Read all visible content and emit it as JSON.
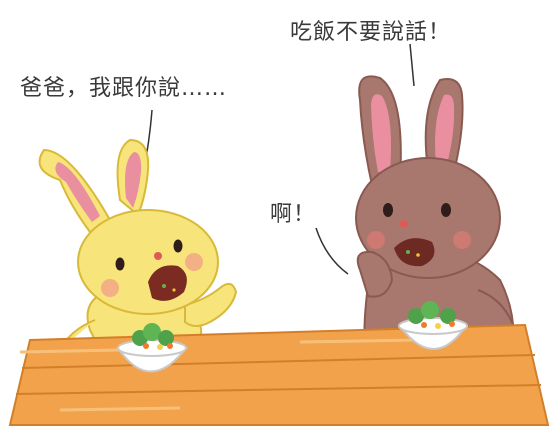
{
  "speech": {
    "yellow_bunny": "爸爸，我跟你說……",
    "brown_bunny": "吃飯不要說話！",
    "brown_bunny_exclaim": "啊！"
  },
  "colors": {
    "table": "#f2a24b",
    "table_edge": "#d37f2a",
    "yellow_bunny": "#f7e47a",
    "brown_bunny": "#a8776d",
    "ear_inner": "#e98fa0",
    "bowl": "#ffffff",
    "broccoli": "#4fa24a"
  }
}
